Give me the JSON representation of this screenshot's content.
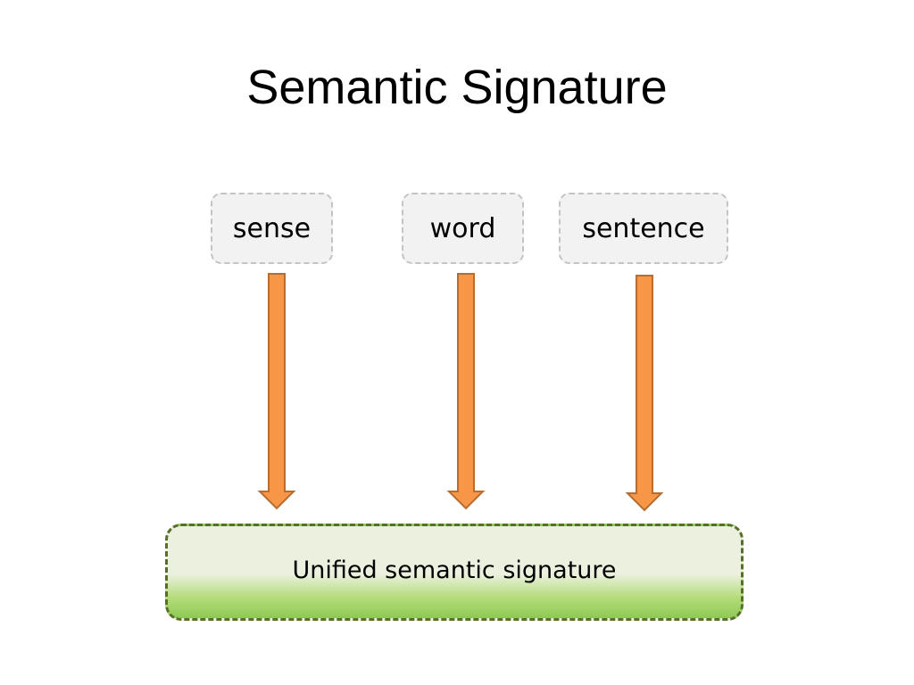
{
  "title": "Semantic Signature",
  "sources": [
    {
      "label": "sense"
    },
    {
      "label": "word"
    },
    {
      "label": "sentence"
    }
  ],
  "target": {
    "label": "Unified semantic signature"
  },
  "colors": {
    "arrow_fill": "#f79646",
    "arrow_stroke": "#b66d31",
    "source_fill": "#f2f2f2",
    "source_border": "#c4c4c4",
    "target_fill_top": "#ebf1de",
    "target_fill_bottom": "#8ec954",
    "target_border": "#5a6e2c"
  }
}
